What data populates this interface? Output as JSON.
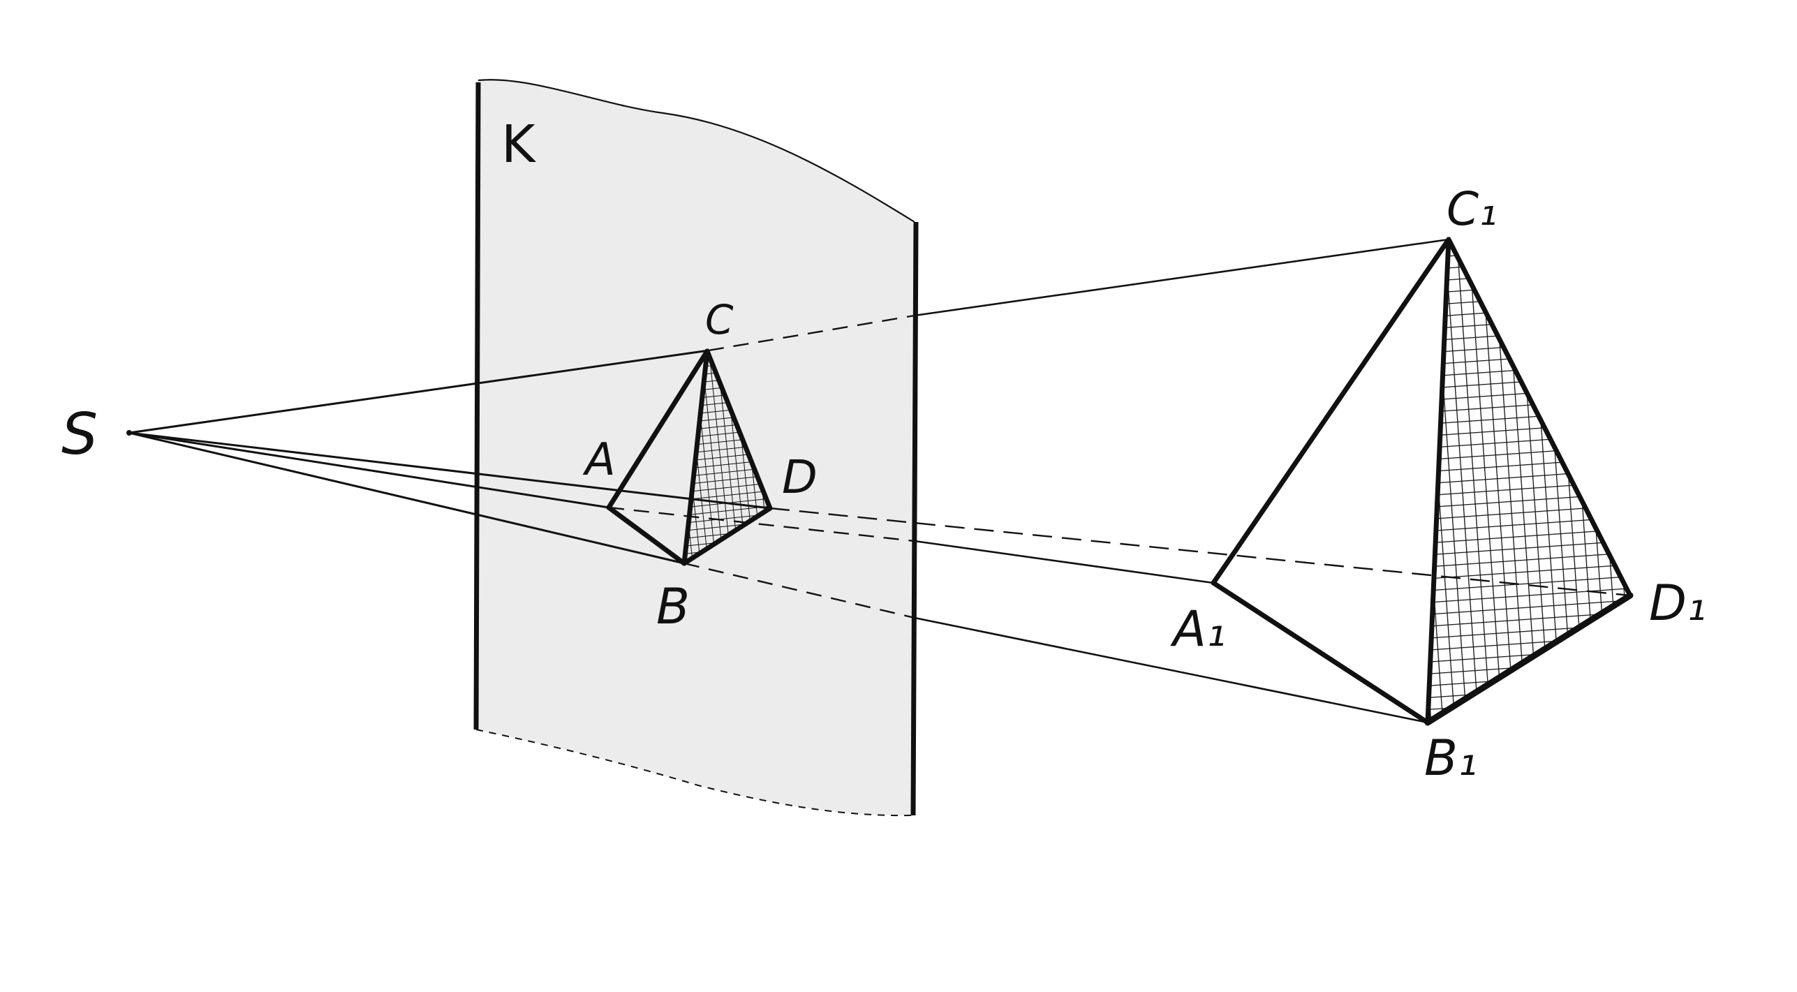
{
  "colors": {
    "ink": "#111111",
    "plane_fill": "#ececec",
    "background": "#ffffff"
  },
  "labels": {
    "plane": "K",
    "center": "S",
    "a": "A",
    "b": "B",
    "c": "C",
    "d": "D",
    "a1": "A₁",
    "b1": "B₁",
    "c1": "C₁",
    "d1": "D₁"
  }
}
